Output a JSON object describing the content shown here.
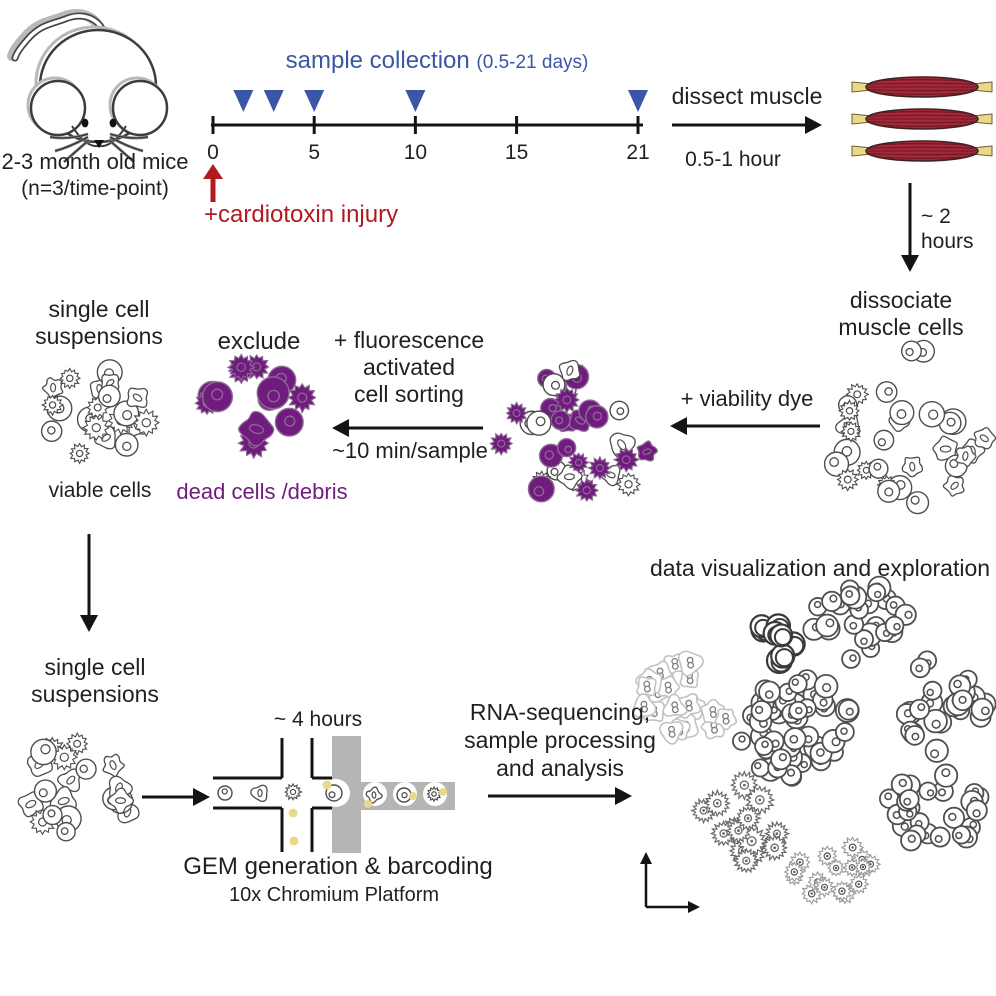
{
  "figure": {
    "type": "experimental-workflow-diagram"
  },
  "colors": {
    "text": "#231f20",
    "blue": "#3a57a7",
    "red": "#b11a20",
    "purple": "#701c7e",
    "device_gray": "#b5b5b5",
    "bead_yellow": "#e9da8b",
    "muscle_red": "#a52839",
    "muscle_stripe": "#6e1722",
    "tendon_yellow": "#ead98d"
  },
  "mouse_panel": {
    "caption_lines": [
      "2-3 month old mice",
      "(n=3/time-point)"
    ]
  },
  "timeline": {
    "title": "sample collection",
    "range_note": "(0.5-21 days)",
    "tick_days": [
      0,
      5,
      10,
      15,
      21
    ],
    "tick_labels": [
      "0",
      "5",
      "10",
      "15",
      "21"
    ],
    "marker_days": [
      1.5,
      3,
      5,
      10,
      21
    ],
    "injury_label": "+cardiotoxin injury"
  },
  "dissect_step": {
    "label": "dissect muscle",
    "duration": "0.5-1 hour"
  },
  "dissociate_step": {
    "duration_lines": [
      "~ 2",
      "hours"
    ],
    "label_lines": [
      "dissociate",
      "muscle cells"
    ]
  },
  "viability_step": {
    "label": "+ viability dye"
  },
  "facs_step": {
    "label_lines": [
      "+ fluorescence",
      "activated",
      "cell sorting"
    ],
    "duration": "~10 min/sample"
  },
  "exclude_step": {
    "label": "exclude",
    "sublabel": "dead cells /debris"
  },
  "suspension_top": {
    "label_lines": [
      "single cell",
      "suspensions"
    ],
    "sublabel": "viable cells"
  },
  "suspension_bottom": {
    "label_lines": [
      "single cell",
      "suspensions"
    ]
  },
  "gem_step": {
    "duration": "~ 4 hours",
    "label": "GEM generation & barcoding",
    "sublabel": "10x Chromium Platform"
  },
  "rnaseq_step": {
    "label_lines": [
      "RNA-sequencing,",
      "sample processing",
      "and analysis"
    ]
  },
  "dataviz": {
    "title": "data visualization and exploration"
  },
  "icons": {
    "mouse": "mouse-icon",
    "muscle": "muscle-icon",
    "cell_cluster": "cell-cluster-icon",
    "microfluidic_chip": "microfluidic-chip-icon",
    "umap_axes": "axes-icon"
  }
}
